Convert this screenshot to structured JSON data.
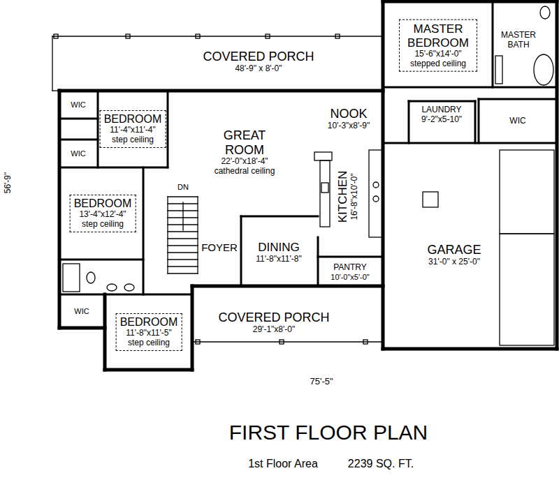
{
  "diagram": {
    "title": "FIRST FLOOR PLAN",
    "nodes": [
      {
        "text": [
          "COVERED PORCH",
          "48'-9\" x 8'-0\""
        ]
      },
      {
        "text": [
          "MASTER BEDROOM",
          "15'-6\"x14'-0\"",
          "stepped ceiling"
        ]
      },
      {
        "text": [
          "MASTER BATH"
        ]
      },
      {
        "text": [
          "WIC"
        ]
      },
      {
        "text": [
          "BEDROOM",
          "11'-4\"x11'-4\"",
          "step ceiling"
        ]
      },
      {
        "text": [
          "GREAT ROOM",
          "22'-0\"x18'-4\"",
          "cathedral ceiling"
        ]
      },
      {
        "text": [
          "NOOK",
          "10'-3\"x8'-9\""
        ]
      },
      {
        "text": [
          "LAUNDRY",
          "9'-2\"x5-10\""
        ]
      },
      {
        "text": [
          "WIC"
        ]
      },
      {
        "text": [
          "WIC"
        ]
      },
      {
        "text": [
          "KITCHEN",
          "16'-8\"x10'-0\""
        ]
      },
      {
        "text": [
          "BEDROOM",
          "13'-4\"x12'-4\"",
          "step ceiling"
        ]
      },
      {
        "text": [
          "FOYER"
        ]
      },
      {
        "text": [
          "DINING",
          "11'-8\"x11'-8\""
        ]
      },
      {
        "text": [
          "GARAGE",
          "31'-0\" x 25'-0\""
        ]
      },
      {
        "text": [
          "PANTRY",
          "10'-0\"x5'-0\""
        ]
      },
      {
        "text": [
          "WIC"
        ]
      },
      {
        "text": [
          "BEDROOM",
          "11'-8\"x11'-5\"",
          "step ceiling"
        ]
      },
      {
        "text": [
          "COVERED PORCH",
          "29'-1\"x8'-0\""
        ]
      }
    ],
    "labels": [
      "DN",
      "75'-5\"",
      "56'-9\"",
      "1st Floor Area",
      "2239 SQ. FT."
    ]
  }
}
